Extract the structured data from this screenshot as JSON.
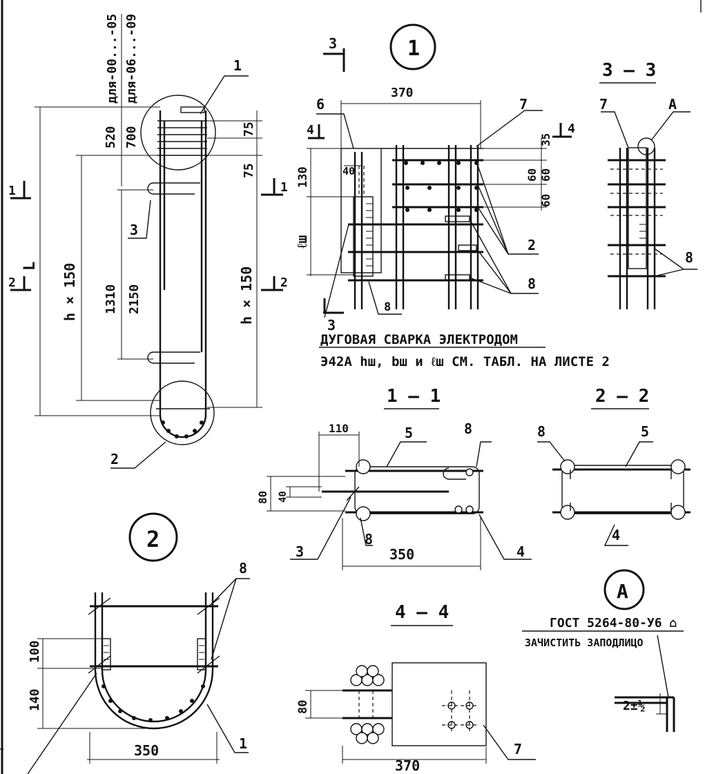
{
  "frame_labels": {
    "for_00_05": "для-00...-05",
    "for_06_09": "для-06...-09"
  },
  "elevation": {
    "dims": {
      "d520": "520",
      "d700": "700",
      "d75a": "75",
      "d75b": "75",
      "d1310": "1310",
      "d2150": "2150",
      "hx150_left": "h × 150",
      "hx150_right": "h × 150",
      "L": "L"
    },
    "section_marks": {
      "s1_left": "1",
      "s1_right": "1",
      "s2_left": "2",
      "s2_right": "2"
    },
    "callouts": {
      "c1": "1",
      "c2": "2",
      "c3": "3"
    }
  },
  "node1": {
    "id": "1",
    "dims": {
      "d370": "370",
      "d35": "35",
      "d60a": "60",
      "d60b": "60",
      "d60c": "60",
      "d130": "130",
      "d40": "40",
      "lsh": "ℓш"
    },
    "callouts": {
      "c6": "6",
      "c7": "7",
      "c2": "2",
      "c8a": "8",
      "c8b": "8"
    },
    "section_marks": {
      "s3_top": "3",
      "s3_bottom": "3",
      "s4_left": "4",
      "s4_right": "4"
    }
  },
  "weld_note": {
    "line1": "ДУГОВАЯ СВАРКА ЭЛЕКТРОДОМ",
    "line2": "Э42А hш, bш и ℓш СМ. ТАБЛ. НА ЛИСТЕ 2"
  },
  "section_33": {
    "title": "3 – 3",
    "callouts": {
      "c7": "7",
      "cA": "А",
      "c8": "8"
    }
  },
  "section_11": {
    "title": "1 — 1",
    "dims": {
      "d110": "110",
      "d80": "80",
      "d40": "40",
      "d350": "350"
    },
    "callouts": {
      "c5": "5",
      "c8a": "8",
      "c8b": "8",
      "c3": "3",
      "c4": "4"
    }
  },
  "section_22": {
    "title": "2 – 2",
    "callouts": {
      "c8": "8",
      "c5": "5",
      "c4": "4"
    }
  },
  "node2": {
    "id": "2",
    "dims": {
      "d100": "100",
      "d140": "140",
      "d350": "350"
    },
    "callouts": {
      "c8": "8",
      "c1": "1"
    }
  },
  "section_44": {
    "title": "4 – 4",
    "dims": {
      "d80": "80",
      "d370": "370"
    },
    "callouts": {
      "c7": "7"
    }
  },
  "nodeA": {
    "id": "А",
    "gost": "ГОСТ 5264-80-У6 ⌂",
    "note": "ЗАЧИСТИТЬ ЗАПОДЛИЦО",
    "dim": "2±½"
  }
}
